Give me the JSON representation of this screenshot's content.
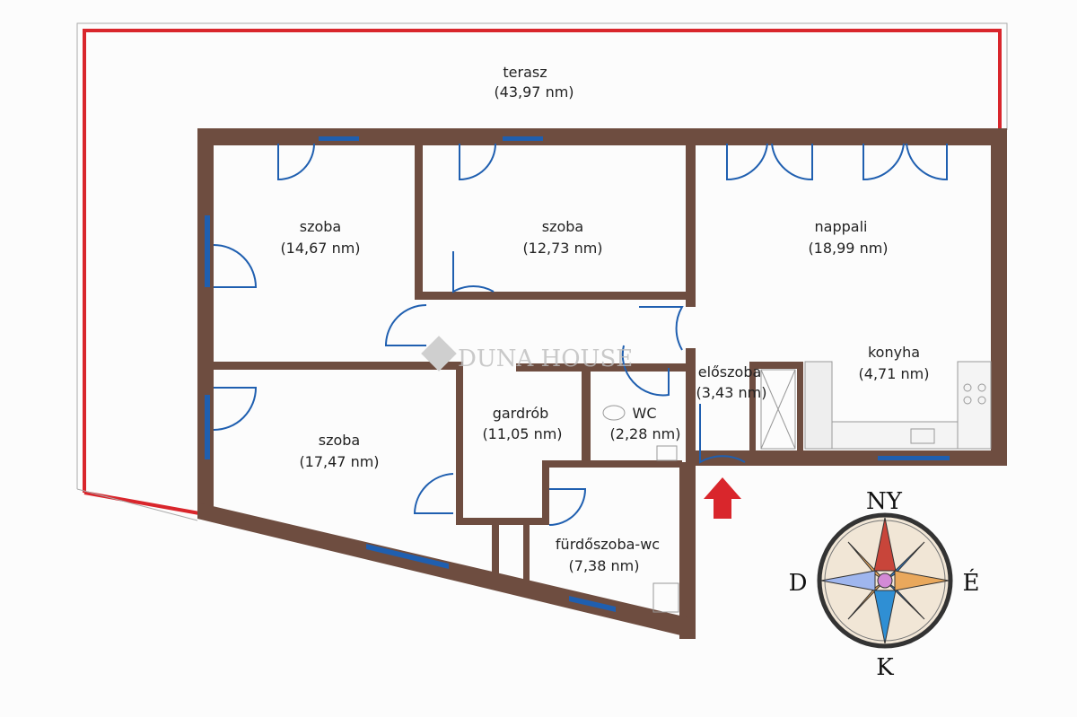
{
  "rooms": {
    "terasz": {
      "name": "terasz",
      "area": "(43,97 nm)"
    },
    "szoba1": {
      "name": "szoba",
      "area": "(14,67 nm)"
    },
    "szoba2": {
      "name": "szoba",
      "area": "(12,73 nm)"
    },
    "nappali": {
      "name": "nappali",
      "area": "(18,99 nm)"
    },
    "konyha": {
      "name": "konyha",
      "area": "(4,71 nm)"
    },
    "eloszoba": {
      "name": "előszoba",
      "area": "(3,43 nm)"
    },
    "gardrob": {
      "name": "gardrób",
      "area": "(11,05 nm)"
    },
    "wc": {
      "name": "WC",
      "area": "(2,28 nm)"
    },
    "szoba3": {
      "name": "szoba",
      "area": "(17,47 nm)"
    },
    "furdo": {
      "name": "fürdőszoba-wc",
      "area": "(7,38 nm)"
    }
  },
  "watermark": "DUNA HOUSE",
  "compass": {
    "north": "NY",
    "south": "K",
    "west": "D",
    "east": "É"
  },
  "colors": {
    "wall": "#6e4d40",
    "terrace": "#d9262c",
    "window": "#1f5fb0",
    "entrance_arrow": "#d9262c"
  }
}
